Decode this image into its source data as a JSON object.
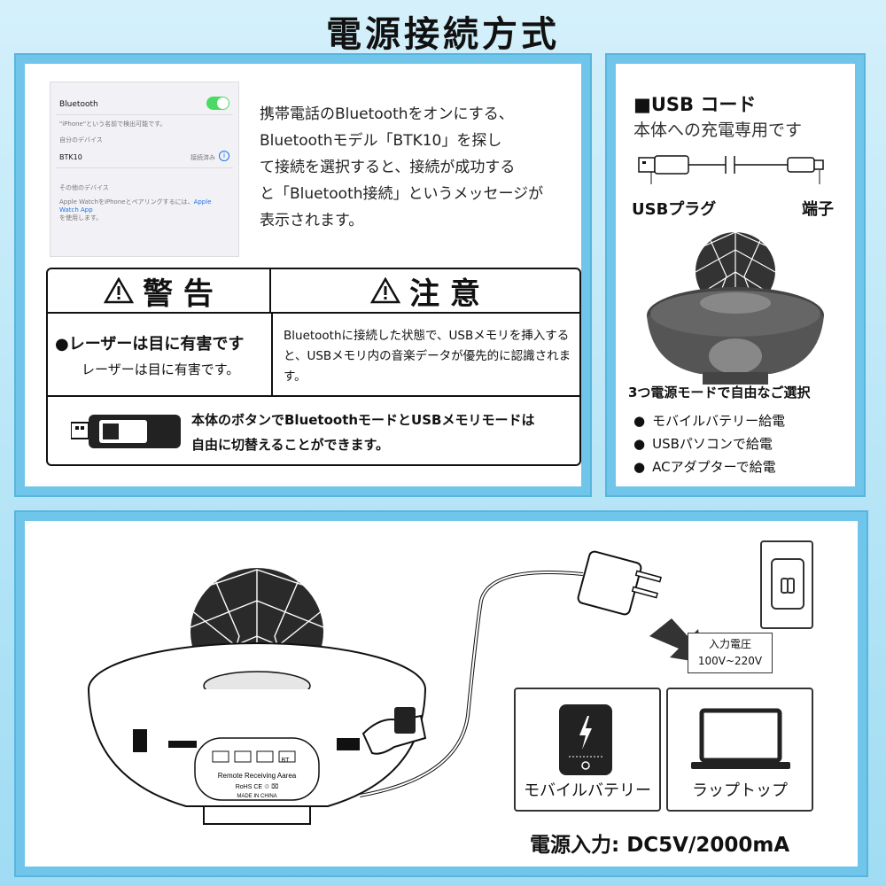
{
  "title": "電源接続方式",
  "phone": {
    "bluetooth_label": "Bluetooth",
    "discoverable_note": "\"iPhone\"という名前で検出可能です。",
    "my_devices": "自分のデバイス",
    "device_name": "BTK10",
    "device_status": "接続済み",
    "info_icon_glyph": "i",
    "other_devices": "その他のデバイス",
    "pair_note": "Apple WatchをiPhoneとペアリングするには、",
    "pair_link": "Apple Watch App",
    "pair_note_2": "を使用します。"
  },
  "bt_description": [
    "携帯電話のBluetoothをオンにする、",
    "Bluetoothモデル「BTK10」を探し",
    "て接続を選択すると、接続が成功する",
    "と「Bluetooth接続」というメッセージが",
    "表示されます。"
  ],
  "warning": {
    "warning_head": "警 告",
    "caution_head": "注 意",
    "laser_title": "●レーザーは目に有害です",
    "laser_sub": "レーザーは目に有害です。",
    "caution_text": "Bluetoothに接続した状態で、USBメモリを挿入すると、USBメモリ内の音楽データが優先的に認識されます。",
    "mode_text_line1": "本体のボタンでBluetoothモードとUSBメモリモードは",
    "mode_text_line2": "自由に切替えることができます。"
  },
  "usb": {
    "title": "■USB コード",
    "subtitle": "本体への充電専用です",
    "plug_label": "USBプラグ",
    "port_label": "端子",
    "mode_title": "3つ電源モードで自由なご選択",
    "modes": [
      "モバイルバテリー給電",
      "USBパソコンで給電",
      "ACアダプターで給電"
    ]
  },
  "bottom": {
    "voltage_line1": "入力電圧",
    "voltage_line2": "100V~220V",
    "battery_label": "モバイルバテリー",
    "laptop_label": "ラップトップ",
    "power_input": "電源入力: DC5V/2000mA",
    "label_remote": "Remote Receiving Aarea",
    "label_rohs": "RoHS  CE  ♲  ⌧",
    "label_made": "MADE IN CHINA",
    "label_bt": "BT"
  }
}
